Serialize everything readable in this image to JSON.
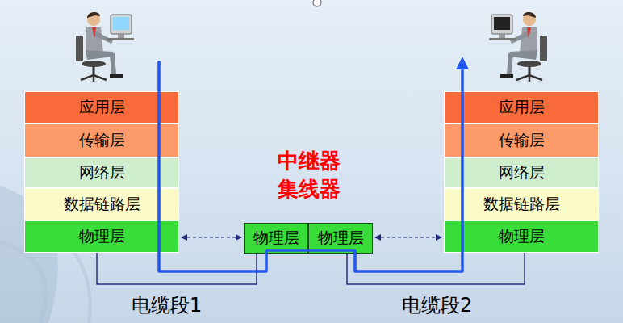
{
  "diagram": {
    "nodes": [
      {
        "text": [
          "应用层"
        ]
      },
      {
        "text": [
          "传输层"
        ]
      },
      {
        "text": [
          "网络层"
        ]
      },
      {
        "text": [
          "数据链路层"
        ]
      },
      {
        "text": [
          "物理层"
        ]
      },
      {
        "text": [
          "物理层"
        ]
      },
      {
        "text": [
          "物理层"
        ]
      },
      {
        "text": [
          "应用层"
        ]
      },
      {
        "text": [
          "传输层"
        ]
      },
      {
        "text": [
          "网络层"
        ]
      },
      {
        "text": [
          "数据链路层"
        ]
      },
      {
        "text": [
          "物理层"
        ]
      }
    ],
    "edges": [
      {
        "from": 4,
        "to": 5,
        "arrow": "both"
      },
      {
        "from": 6,
        "to": 11,
        "arrow": "both"
      },
      {
        "from": 4,
        "to": 5,
        "arrow": "none"
      },
      {
        "from": 6,
        "to": 11,
        "arrow": "none"
      }
    ],
    "labels": [
      "中继器 集线器",
      "电缆段1",
      "电缆段2"
    ]
  }
}
